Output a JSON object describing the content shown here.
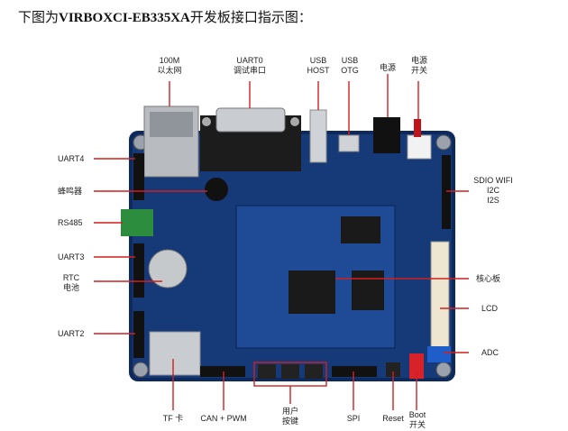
{
  "heading": {
    "prefix": "下图为",
    "board": "VIRBOXCI-EB335XA",
    "suffix": "开发板接口指示图："
  },
  "labels": {
    "eth_line1": "100M",
    "eth_line2": "以太网",
    "uart0_line1": "UART0",
    "uart0_line2": "调试串口",
    "usb_host_line1": "USB",
    "usb_host_line2": "HOST",
    "usb_otg_line1": "USB",
    "usb_otg_line2": "OTG",
    "power": "电源",
    "power_switch_line1": "电源",
    "power_switch_line2": "开关",
    "uart4": "UART4",
    "buzzer": "蜂鸣器",
    "rs485": "RS485",
    "uart3": "UART3",
    "rtc_line1": "RTC",
    "rtc_line2": "电池",
    "uart2": "UART2",
    "sdio_line1": "SDIO WIFI",
    "sdio_line2": "I2C",
    "sdio_line3": "I2S",
    "core_board": "核心板",
    "lcd": "LCD",
    "adc": "ADC",
    "tf": "TF 卡",
    "can_pwm": "CAN + PWM",
    "user_keys_line1": "用户",
    "user_keys_line2": "按键",
    "spi": "SPI",
    "reset": "Reset",
    "boot_line1": "Boot",
    "boot_line2": "开关"
  },
  "colors": {
    "pcb": "#163a78",
    "pcb_dark": "#0e2a5c",
    "pointer": "#d21f1f"
  }
}
